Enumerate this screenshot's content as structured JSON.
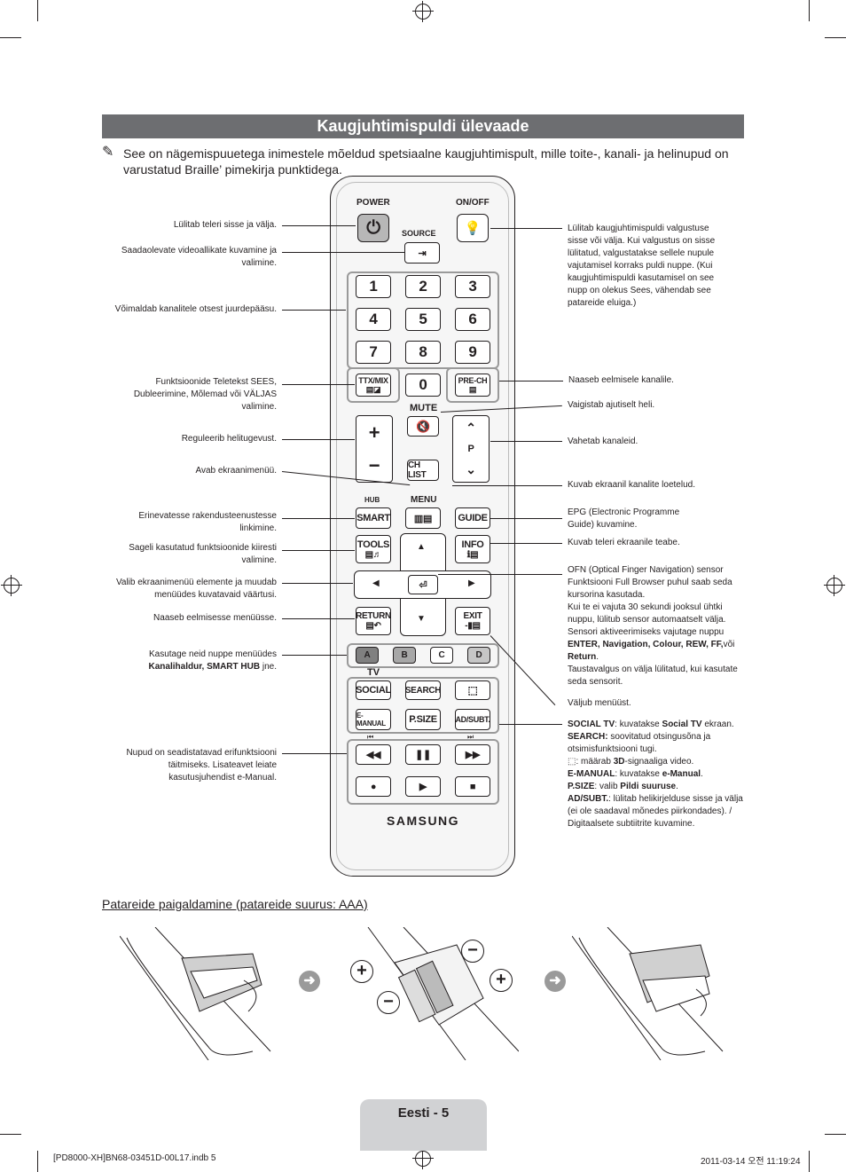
{
  "title": "Kaugjuhtimispuldi ülevaade",
  "note": "See on nägemispuuetega inimestele mõeldud spetsiaalne kaugjuhtimispult, mille toite-, kanali- ja helinupud on varustatud Braille’ pimekirja punktidega.",
  "left_labels": [
    "Lülitab teleri sisse ja välja.",
    "Saadaolevate videoallikate kuvamine ja valimine.",
    "Võimaldab kanalitele otsest juurdepääsu.",
    "Funktsioonide Teletekst SEES, Dubleerimine, Mõlemad või VÄLJAS valimine.",
    "Reguleerib helitugevust.",
    "Avab ekraanimenüü.",
    "Erinevatesse rakendusteenustesse linkimine.",
    "Sageli kasutatud funktsioonide kiiresti valimine.",
    "Valib ekraanimenüü elemente ja muudab menüüdes kuvatavaid väärtusi.",
    "Naaseb eelmisesse menüüsse.",
    "Kasutage neid nuppe menüüdes",
    "Kanalihaldur, SMART HUB",
    "jne.",
    "Nupud on seadistatavad erifunktsiooni täitmiseks. Lisateavet leiate kasutusjuhendist e-Manual."
  ],
  "right_labels": {
    "onoff": "Lülitab kaugjuhtimispuldi valgustuse sisse või välja. Kui valgustus on sisse lülitatud, valgustatakse sellele nupule vajutamisel korraks puldi nuppe. (Kui kaugjuhtimispuldi kasutamisel on see nupp on olekus Sees, vähendab see patareide eluiga.)",
    "prech": "Naaseb eelmisele kanalile.",
    "mute": "Vaigistab ajutiselt heli.",
    "channel": "Vahetab kanaleid.",
    "chlist": "Kuvab ekraanil kanalite loetelud.",
    "guide": "EPG (Electronic Programme Guide) kuvamine.",
    "info": "Kuvab teleri ekraanile teabe.",
    "ofn1": "OFN (Optical Finger Navigation) sensor",
    "ofn2": "Funktsiooni Full Browser puhul saab seda kursorina kasutada.",
    "ofn3": "Kui te ei vajuta 30 sekundi jooksul ühtki nuppu, lülitub sensor automaatselt välja. Sensori aktiveerimiseks vajutage nuppu",
    "ofn_keys1": "ENTER, Navigation, Colour, REW, FF,",
    "ofn_keys2": "või",
    "ofn_keys3": "Return",
    "ofn4": "Taustavalgus on välja lülitatud, kui kasutate seda sensorit.",
    "exit": "Väljub menüüst.",
    "social_k": "SOCIAL TV",
    "social_v": ": kuvatakse",
    "social_b": "Social TV",
    "social_e": "ekraan.",
    "search_k": "SEARCH:",
    "search_v": "soovitatud otsingusõna ja otsimisfunktsiooni tugi.",
    "d3_v": ": määrab",
    "d3_b": "3D",
    "d3_e": "-signaaliga video.",
    "emanual_k": "E-MANUAL",
    "emanual_v": ": kuvatakse",
    "emanual_b": "e-Manual",
    "psize_k": "P.SIZE",
    "psize_v": ": valib",
    "psize_b": "Pildi suuruse",
    "adsubt_k": "AD/SUBT.",
    "adsubt_v": ": lülitab helikirjelduse sisse ja välja (ei ole saadaval mõnedes piirkondades). / Digitaalsete subtiitrite kuvamine."
  },
  "remote": {
    "power": "POWER",
    "onoff": "ON/OFF",
    "source": "SOURCE",
    "digits": [
      "1",
      "2",
      "3",
      "4",
      "5",
      "6",
      "7",
      "8",
      "9",
      "0"
    ],
    "ttx": "TTX/MIX",
    "prech": "PRE-CH",
    "mute": "MUTE",
    "p": "P",
    "chlist": "CH LIST",
    "hub": "HUB",
    "menu": "MENU",
    "smart": "SMART",
    "guide": "GUIDE",
    "tools": "TOOLS",
    "info": "INFO",
    "return": "RETURN",
    "exit": "EXIT",
    "colors": [
      "A",
      "B",
      "C",
      "D"
    ],
    "tv": "TV",
    "social": "SOCIAL",
    "search": "SEARCH",
    "emanual": "E-MANUAL",
    "psize": "P.SIZE",
    "adsubt": "AD/SUBT.",
    "brand": "SAMSUNG"
  },
  "battery_heading": "Patareide paigaldamine (patareide suurus: AAA)",
  "page_label": "Eesti - 5",
  "footer_left": "[PD8000-XH]BN68-03451D-00L17.indb   5",
  "footer_right": "2011-03-14   오전 11:19:24"
}
